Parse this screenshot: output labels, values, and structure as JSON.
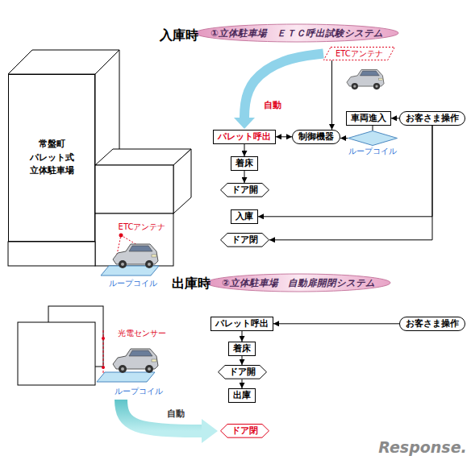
{
  "diagram": {
    "nodes": [
      {
        "text": [
          "常盤町 パレット式 立体駐車場"
        ]
      },
      {
        "text": [
          "①立体駐車場　ＥＴＣ呼出試験システム"
        ]
      },
      {
        "text": [
          "ETCアンテナ"
        ]
      },
      {
        "text": [
          "パレット呼出"
        ]
      },
      {
        "text": [
          "制御機器"
        ]
      },
      {
        "text": [
          "ループコイル"
        ]
      },
      {
        "text": [
          "車両進入"
        ]
      },
      {
        "text": [
          "お客さま操作"
        ]
      },
      {
        "text": [
          "着床"
        ]
      },
      {
        "text": [
          "ドア開"
        ]
      },
      {
        "text": [
          "入庫"
        ]
      },
      {
        "text": [
          "ドア閉"
        ]
      },
      {
        "text": [
          "②立体駐車場　自動扉開閉システム"
        ]
      },
      {
        "text": [
          "パレット呼出"
        ]
      },
      {
        "text": [
          "お客さま操作"
        ]
      },
      {
        "text": [
          "着床"
        ]
      },
      {
        "text": [
          "ドア開"
        ]
      },
      {
        "text": [
          "出庫"
        ]
      },
      {
        "text": [
          "ドア閉"
        ]
      }
    ],
    "edges": [
      {
        "from": 2,
        "to": 4,
        "arrow": "to"
      },
      {
        "from": 4,
        "to": 3,
        "arrow": "both"
      },
      {
        "from": 5,
        "to": 4,
        "arrow": "to"
      },
      {
        "from": 7,
        "to": 6,
        "arrow": "to"
      },
      {
        "from": 6,
        "to": 5,
        "arrow": "none"
      },
      {
        "from": 3,
        "to": 8,
        "arrow": "to"
      },
      {
        "from": 8,
        "to": 9,
        "arrow": "to"
      },
      {
        "from": 7,
        "to": 10,
        "arrow": "to"
      },
      {
        "from": 7,
        "to": 11,
        "arrow": "to"
      },
      {
        "from": 2,
        "to": 3,
        "label": "自動",
        "arrow": "to"
      },
      {
        "from": 14,
        "to": 13,
        "arrow": "to"
      },
      {
        "from": 13,
        "to": 15,
        "arrow": "to"
      },
      {
        "from": 15,
        "to": 16,
        "arrow": "to"
      },
      {
        "from": 16,
        "to": 17,
        "arrow": "to"
      }
    ],
    "labels": [
      "入庫時",
      "出庫時",
      "ETCアンテナ",
      "ループコイル",
      "光電センサー",
      "ループコイル",
      "自動",
      "Response."
    ]
  }
}
